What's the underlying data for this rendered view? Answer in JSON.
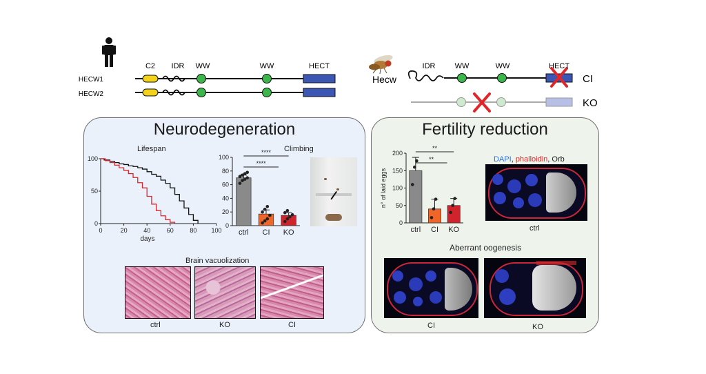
{
  "top": {
    "human_genes": [
      {
        "name": "HECW1"
      },
      {
        "name": "HECW2"
      }
    ],
    "human_domains": {
      "c2": "C2",
      "idr": "IDR",
      "ww1": "WW",
      "ww2": "WW",
      "hect": "HECT"
    },
    "fly": {
      "gene": "Hecw",
      "domains": {
        "idr": "IDR",
        "ww1": "WW",
        "ww2": "WW",
        "hect": "HECT"
      },
      "alleles": {
        "ci": "CI",
        "ko": "KO"
      }
    },
    "colors": {
      "c2": "#f2d21b",
      "ww": "#3cb54a",
      "hect": "#3b56b3",
      "cross": "#e0262a",
      "faded_ww": "#cfe9cf",
      "faded_hect": "#b8bfe6"
    }
  },
  "neuro": {
    "title": "Neurodegeneration",
    "lifespan": {
      "title": "Lifespan",
      "xlabel": "days"
    },
    "climbing": {
      "title": "Climbing",
      "sig1": "****",
      "sig2": "****"
    },
    "vacuolization": {
      "title": "Brain vacuolization",
      "labels": [
        "ctrl",
        "KO",
        "CI"
      ]
    }
  },
  "fertility": {
    "title": "Fertility reduction",
    "eggs": {
      "ylabel": "n° of laid eggs",
      "sig1": "**",
      "sig2": "**"
    },
    "stain": {
      "dapi": "DAPI",
      "sep1": ", ",
      "phalloidin": "phalloidin",
      "sep2": ", ",
      "orb": "Orb"
    },
    "ctrl_label": "ctrl",
    "aberrant": {
      "title": "Aberrant oogenesis",
      "labels": [
        "CI",
        "KO"
      ]
    }
  },
  "chart_data": [
    {
      "type": "line",
      "title": "Lifespan",
      "xlabel": "days",
      "ylabel": "",
      "xlim": [
        0,
        100
      ],
      "ylim": [
        0,
        100
      ],
      "xticks": [
        0,
        20,
        40,
        60,
        80,
        100
      ],
      "yticks": [
        0,
        50,
        100
      ],
      "series": [
        {
          "color": "#111111",
          "x": [
            0,
            3,
            8,
            12,
            16,
            20,
            24,
            28,
            32,
            36,
            40,
            44,
            48,
            52,
            56,
            60,
            64,
            68,
            72,
            76,
            80,
            84
          ],
          "y": [
            100,
            98,
            96,
            94,
            92,
            91,
            89,
            88,
            86,
            84,
            80,
            76,
            73,
            67,
            62,
            55,
            45,
            35,
            24,
            14,
            5,
            0
          ]
        },
        {
          "color": "#d9262b",
          "x": [
            0,
            4,
            8,
            12,
            16,
            20,
            24,
            28,
            32,
            36,
            40,
            44,
            48,
            52,
            56,
            60,
            64
          ],
          "y": [
            100,
            97,
            94,
            90,
            86,
            82,
            77,
            71,
            63,
            55,
            42,
            30,
            20,
            12,
            6,
            2,
            0
          ]
        }
      ]
    },
    {
      "type": "bar",
      "title": "Climbing",
      "categories": [
        "ctrl",
        "CI",
        "KO"
      ],
      "values": [
        70,
        17,
        15
      ],
      "errors": [
        4,
        6,
        4
      ],
      "colors": [
        "#8a8a8a",
        "#f0662a",
        "#d1232b"
      ],
      "ylim": [
        0,
        100
      ],
      "yticks": [
        0,
        20,
        40,
        60,
        80,
        100
      ],
      "points": [
        [
          62,
          66,
          68,
          70,
          72,
          74,
          76,
          78
        ],
        [
          4,
          7,
          10,
          15,
          20,
          24,
          28
        ],
        [
          6,
          10,
          13,
          16,
          19,
          22
        ]
      ]
    },
    {
      "type": "bar",
      "title": "",
      "ylabel": "n° of laid eggs",
      "categories": [
        "ctrl",
        "CI",
        "KO"
      ],
      "values": [
        150,
        40,
        50
      ],
      "errors": [
        38,
        28,
        20
      ],
      "colors": [
        "#8a8a8a",
        "#f0662a",
        "#d1232b"
      ],
      "ylim": [
        0,
        200
      ],
      "yticks": [
        0,
        50,
        100,
        150,
        200
      ],
      "points": [
        [
          110,
          160,
          178
        ],
        [
          15,
          40,
          68
        ],
        [
          30,
          50,
          70
        ]
      ]
    }
  ]
}
